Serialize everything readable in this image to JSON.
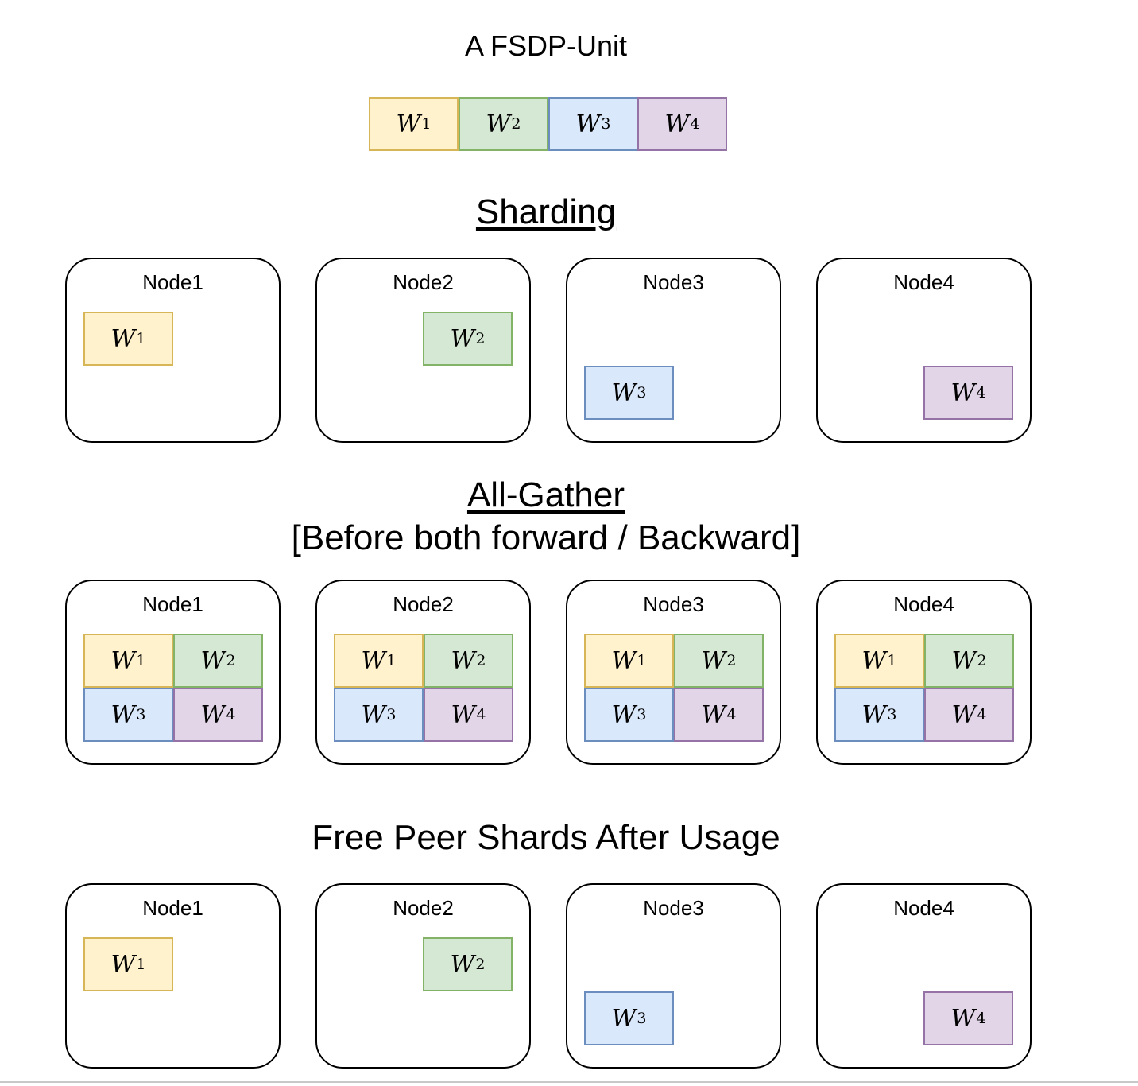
{
  "unit": {
    "title": "A FSDP-Unit",
    "shards": [
      {
        "symbol": "W",
        "index": "1",
        "color": "yellow"
      },
      {
        "symbol": "W",
        "index": "2",
        "color": "green"
      },
      {
        "symbol": "W",
        "index": "3",
        "color": "blue"
      },
      {
        "symbol": "W",
        "index": "4",
        "color": "purple"
      }
    ]
  },
  "colors": {
    "w1_fill": "#fff2cc",
    "w1_stroke": "#d6b656",
    "w2_fill": "#d5e8d4",
    "w2_stroke": "#82b366",
    "w3_fill": "#dae8fc",
    "w3_stroke": "#6c8ebf",
    "w4_fill": "#e1d5e7",
    "w4_stroke": "#9673a6"
  },
  "sections": [
    {
      "title": "Sharding",
      "nodes": [
        {
          "label": "Node1",
          "shards": [
            "1"
          ]
        },
        {
          "label": "Node2",
          "shards": [
            "2"
          ]
        },
        {
          "label": "Node3",
          "shards": [
            "3"
          ]
        },
        {
          "label": "Node4",
          "shards": [
            "4"
          ]
        }
      ]
    },
    {
      "title": "All-Gather",
      "subtitle": "[Before both forward / Backward]",
      "nodes": [
        {
          "label": "Node1",
          "shards": [
            "1",
            "2",
            "3",
            "4"
          ]
        },
        {
          "label": "Node2",
          "shards": [
            "1",
            "2",
            "3",
            "4"
          ]
        },
        {
          "label": "Node3",
          "shards": [
            "1",
            "2",
            "3",
            "4"
          ]
        },
        {
          "label": "Node4",
          "shards": [
            "1",
            "2",
            "3",
            "4"
          ]
        }
      ]
    },
    {
      "title": "Free Peer Shards After Usage",
      "nodes": [
        {
          "label": "Node1",
          "shards": [
            "1"
          ]
        },
        {
          "label": "Node2",
          "shards": [
            "2"
          ]
        },
        {
          "label": "Node3",
          "shards": [
            "3"
          ]
        },
        {
          "label": "Node4",
          "shards": [
            "4"
          ]
        }
      ]
    }
  ]
}
